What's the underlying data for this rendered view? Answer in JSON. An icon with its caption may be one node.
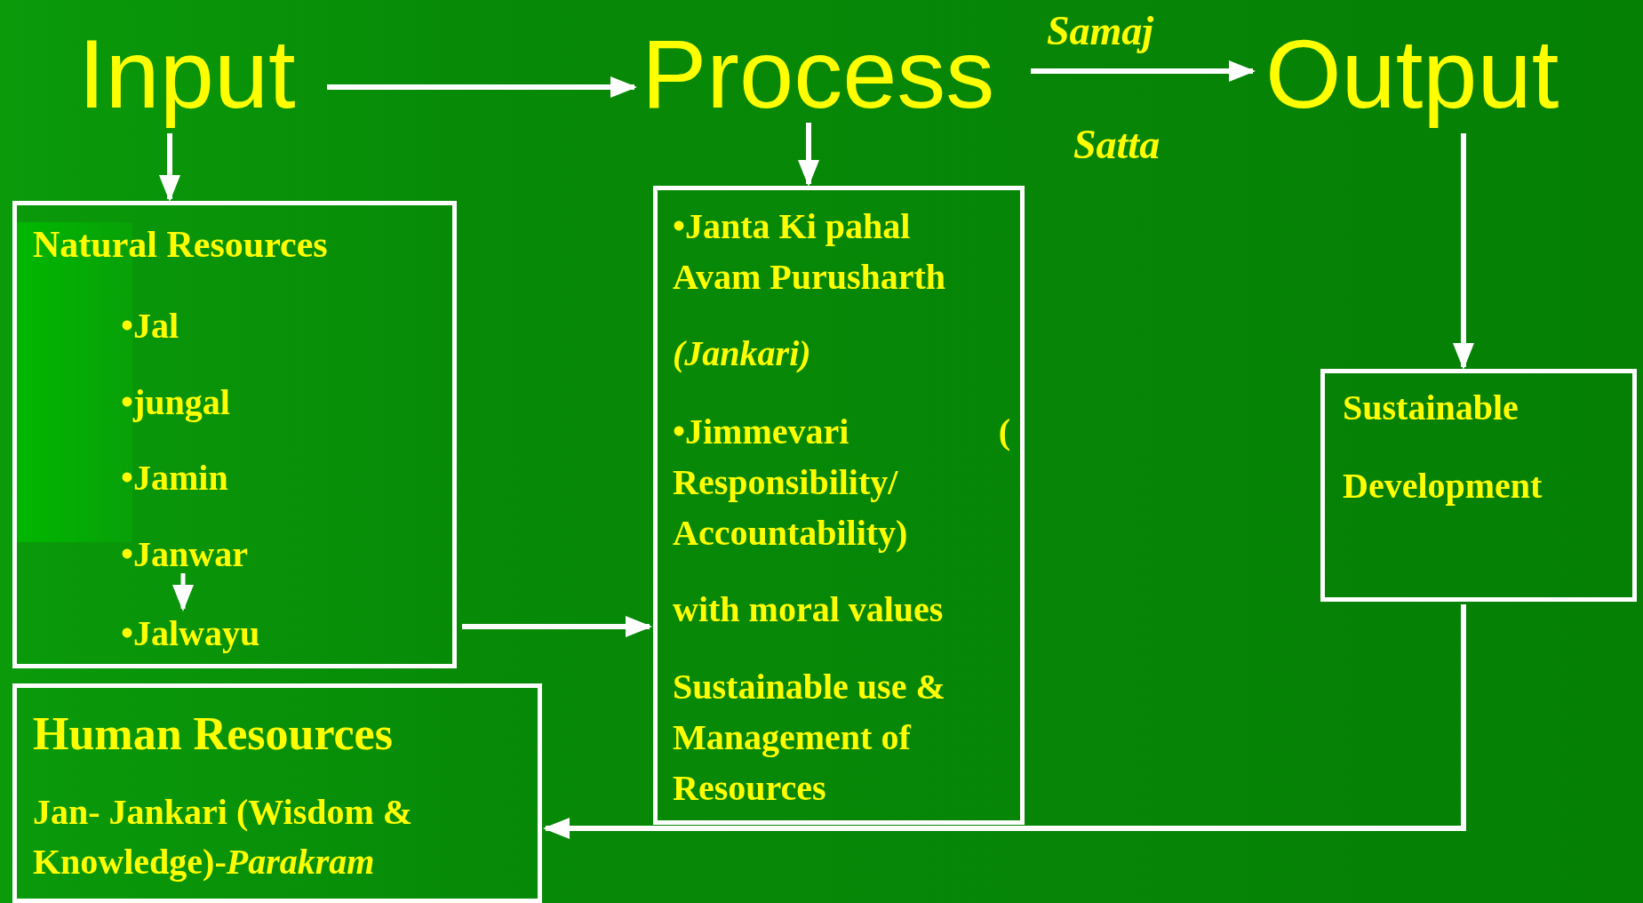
{
  "diagram": {
    "nodes": [
      {
        "text": [
          "Input"
        ]
      },
      {
        "text": [
          "Process"
        ]
      },
      {
        "text": [
          "Output"
        ]
      },
      {
        "text": [
          "Natural Resources",
          "•Jal",
          "•jungal",
          "•Jamin",
          "•Janwar",
          "•Jalwayu"
        ]
      },
      {
        "text": [
          "•Janta Ki pahal Avam Purusharth",
          "(Jankari)",
          "•Jimmevari ( Responsibility/ Accountability)",
          "with moral values",
          "Sustainable use & Management of Resources"
        ]
      },
      {
        "text": [
          "Sustainable Development"
        ]
      },
      {
        "text": [
          "Human Resources",
          "Jan- Jankari (Wisdom & Knowledge)-*Parakram*"
        ]
      }
    ],
    "edges": [
      {
        "from": 0,
        "to": 1,
        "arrow": "to"
      },
      {
        "from": 1,
        "to": 2,
        "arrow": "to",
        "label": "Samaj"
      },
      {
        "from": 0,
        "to": 3,
        "arrow": "to"
      },
      {
        "from": 1,
        "to": 4,
        "arrow": "to"
      },
      {
        "from": 2,
        "to": 5,
        "arrow": "to"
      },
      {
        "from": 3,
        "to": 4,
        "arrow": "to"
      },
      {
        "from": 5,
        "to": 6,
        "arrow": "to"
      }
    ],
    "labels": [
      "Satta"
    ]
  }
}
